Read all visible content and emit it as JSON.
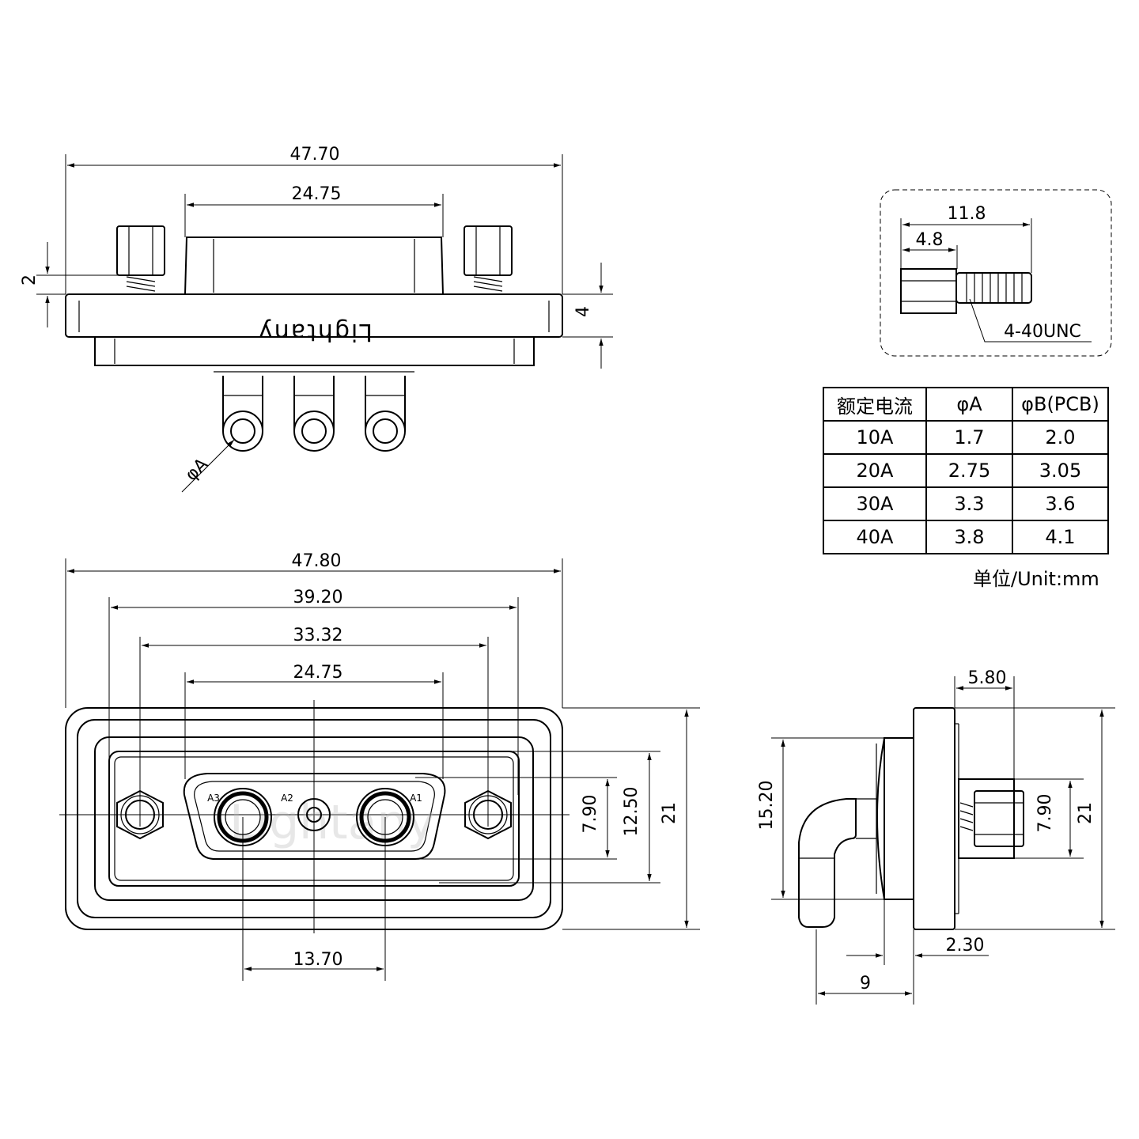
{
  "top_view": {
    "dim_overall_width": "47.70",
    "dim_body_width": "24.75",
    "dim_flange_height": "4",
    "dim_screw_offset": "2",
    "brand_text": "Lightany",
    "hole_label": "φA"
  },
  "front_view": {
    "dim_overall_width": "47.80",
    "dim_mount_spacing": "39.20",
    "dim_hole_spacing": "33.32",
    "dim_body_width": "24.75",
    "dim_contact_spacing": "13.70",
    "dim_contact_height": "7.90",
    "dim_body_height": "12.50",
    "dim_overall_height": "21",
    "contact_labels": [
      "A3",
      "A2",
      "A1"
    ],
    "watermark": "Lightany"
  },
  "side_view": {
    "dim_standoff": "5.80",
    "dim_screw_height": "7.90",
    "dim_overall_height": "21",
    "dim_pin_height": "15.20",
    "dim_flange_thickness": "2.30",
    "dim_pin_depth": "9"
  },
  "detail_view": {
    "dim_total_length": "11.8",
    "dim_hex_length": "4.8",
    "thread_label": "4-40UNC"
  },
  "spec_table": {
    "headers": [
      "额定电流",
      "φA",
      "φB(PCB)"
    ],
    "rows": [
      [
        "10A",
        "1.7",
        "2.0"
      ],
      [
        "20A",
        "2.75",
        "3.05"
      ],
      [
        "30A",
        "3.3",
        "3.6"
      ],
      [
        "40A",
        "3.8",
        "4.1"
      ]
    ]
  },
  "unit_note": "单位/Unit:mm"
}
